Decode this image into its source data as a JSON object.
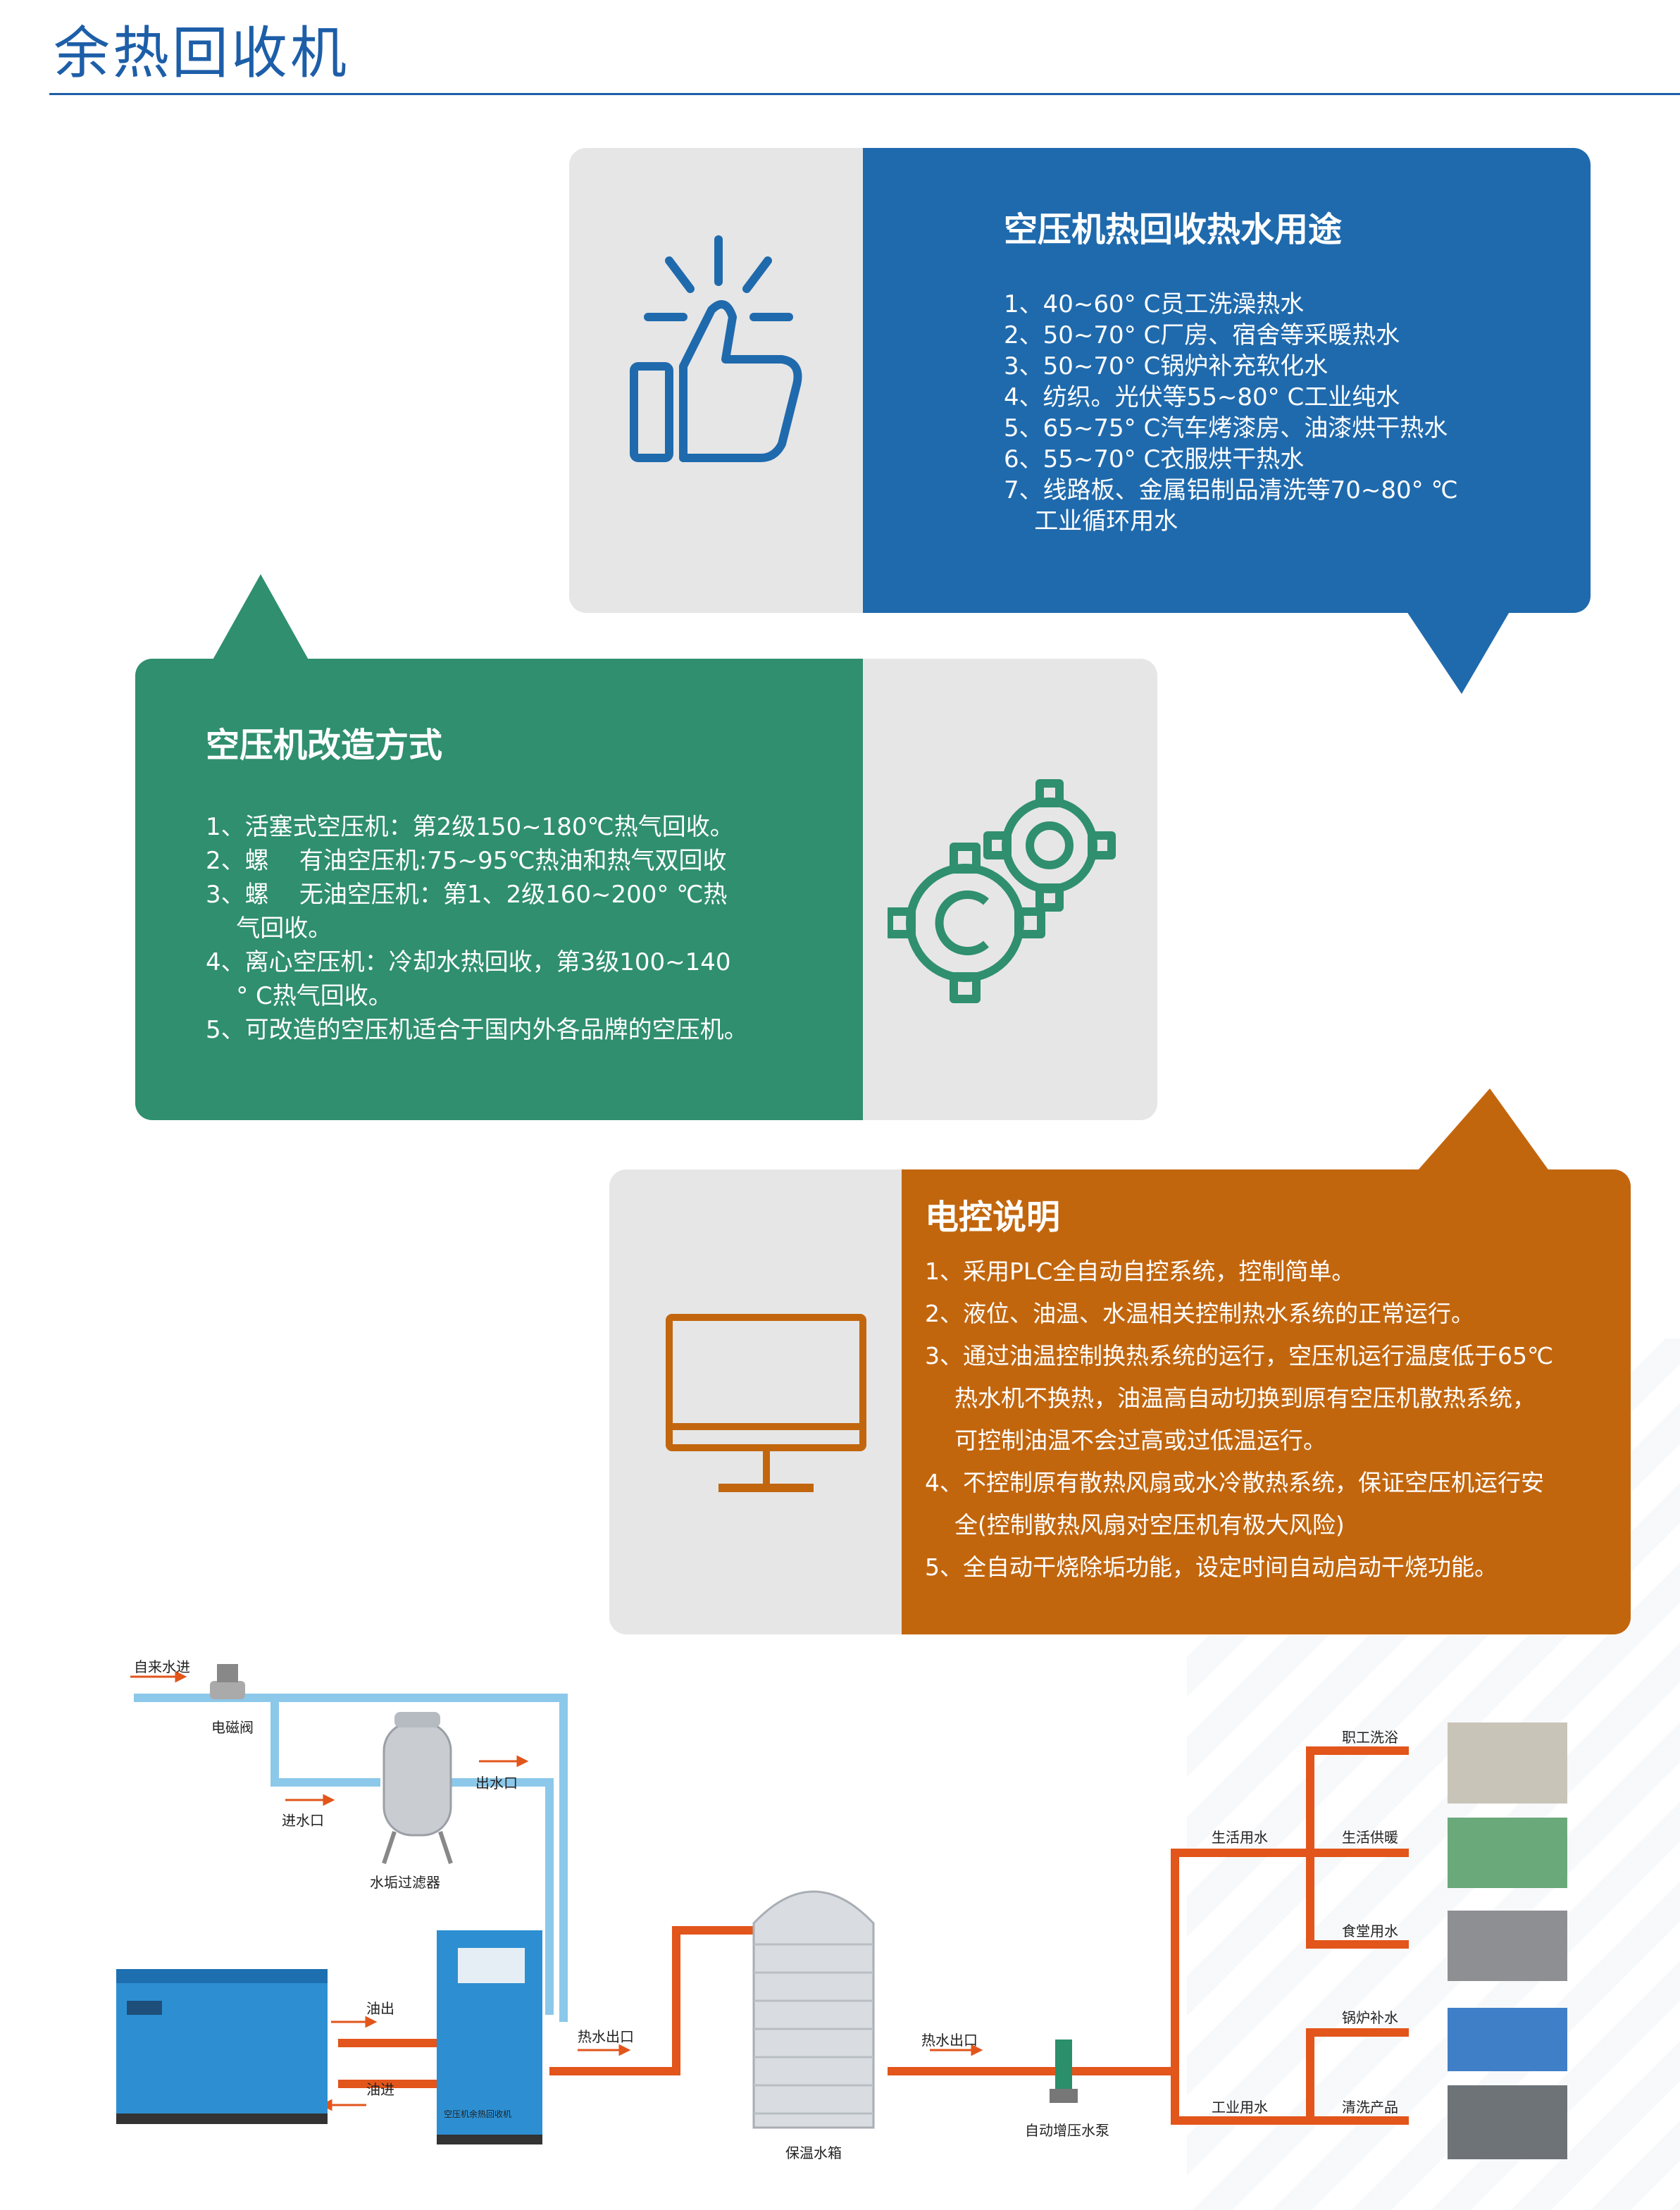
{
  "page": {
    "title": "余热回收机"
  },
  "colors": {
    "blue": "#1f6aad",
    "green": "#2f8f6e",
    "orange": "#c2660e",
    "grey": "#e6e6e6",
    "title_blue": "#1d5ea8",
    "pipe_blue": "#8cc8ea",
    "pipe_orange": "#e2551b"
  },
  "card_usage": {
    "icon": "thumbs-up-icon",
    "title": "空压机热回收热水用途",
    "items": [
      "1、40~60° C员工洗澡热水",
      "2、50~70° C厂房、宿舍等采暖热水",
      "3、50~70° C锅炉补充软化水",
      "4、纺织。光伏等55~80° C工业纯水",
      "5、65~75° C汽车烤漆房、油漆烘干热水",
      "6、55~70° C衣服烘干热水",
      "7、线路板、金属铝制品清洗等70~80° ℃\n    工业循环用水"
    ]
  },
  "card_retrofit": {
    "icon": "gears-icon",
    "title": "空压机改造方式",
    "items": [
      "1、活塞式空压机：第2级150~180℃热气回收。",
      "2、螺    有油空压机:75~95℃热油和热气双回收",
      "3、螺    无油空压机：第1、2级160~200° ℃热\n    气回收。",
      "4、离心空压机：冷却水热回收，第3级100~140\n    ° C热气回收。",
      "5、可改造的空压机适合于国内外各品牌的空压机。"
    ]
  },
  "card_control": {
    "icon": "monitor-icon",
    "title": "电控说明",
    "items": [
      "1、采用PLC全自动自控系统，控制简单。",
      "2、液位、油温、水温相关控制热水系统的正常运行。",
      "3、通过油温控制换热系统的运行，空压机运行温度低于65℃\n    热水机不换热，油温高自动切换到原有空压机散热系统，\n    可控制油温不会过高或过低温运行。",
      "4、不控制原有散热风扇或水冷散热系统，保证空压机运行安\n    全(控制散热风扇对空压机有极大风险)",
      "5、全自动干烧除垢功能，设定时间自动启动干烧功能。"
    ]
  },
  "diagram": {
    "labels": {
      "tap_water_in": "自来水进",
      "solenoid_valve": "电磁阀",
      "water_inlet": "进水口",
      "water_outlet": "出水口",
      "scale_filter": "水垢过滤器",
      "oil_out": "油出",
      "oil_in": "油进",
      "hot_water_out_1": "热水出口",
      "insulated_tank": "保温水箱",
      "hot_water_out_2": "热水出口",
      "booster_pump": "自动增压水泵",
      "domestic_water": "生活用水",
      "industrial_water": "工业用水",
      "staff_bath": "职工洗浴",
      "living_heating": "生活供暖",
      "canteen_water": "食堂用水",
      "boiler_makeup": "锅炉补水",
      "cleaning_products": "清洗产品",
      "machine_nameplate": "空压机余热回收机"
    }
  }
}
